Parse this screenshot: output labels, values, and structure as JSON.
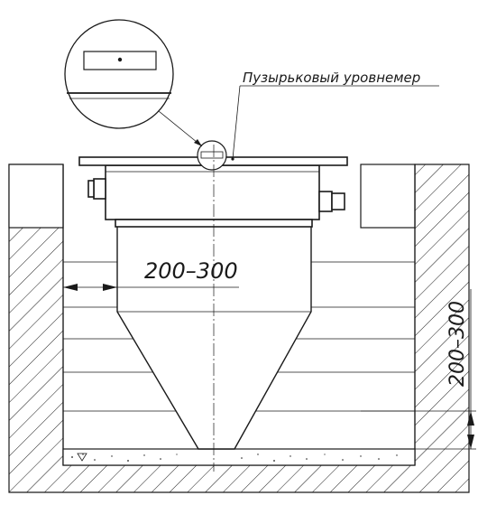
{
  "callout_label": "Пузырьковый уровнемер",
  "dim_horizontal": "200–300",
  "dim_vertical": "200–300",
  "pattern_hint": "diagonal-hatch",
  "line_color": "#1a1a1a"
}
